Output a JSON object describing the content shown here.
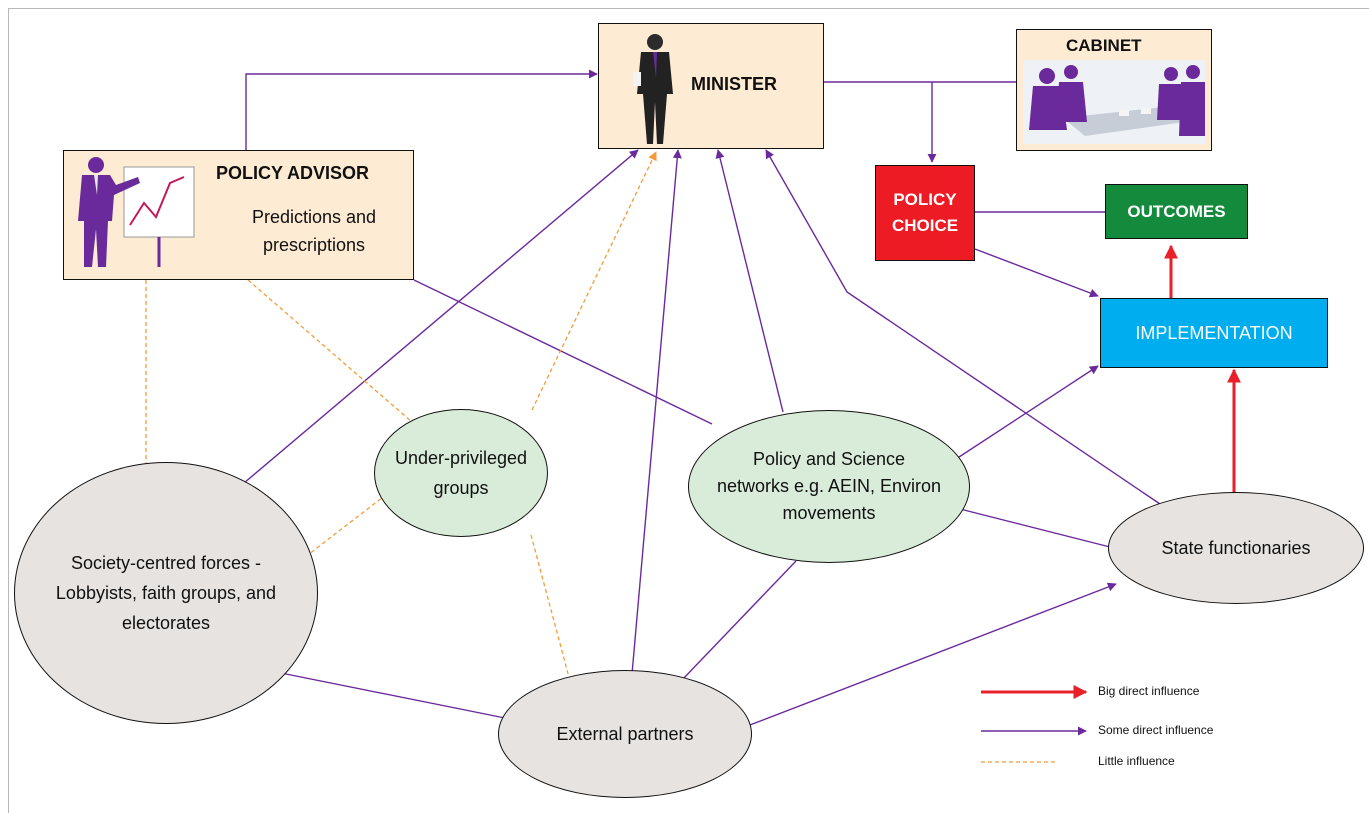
{
  "nodes": {
    "minister": {
      "label": "MINISTER"
    },
    "cabinet": {
      "label": "CABINET"
    },
    "policy_advisor": {
      "label": "POLICY ADVISOR",
      "sub": "Predictions and prescriptions"
    },
    "policy_choice": {
      "label": "POLICY CHOICE",
      "color": "#ed1c24"
    },
    "outcomes": {
      "label": "OUTCOMES",
      "color": "#138a3c"
    },
    "implementation": {
      "label": "IMPLEMENTATION",
      "color": "#00aeef"
    },
    "underprivileged": {
      "label": "Under-privileged groups",
      "color": "#d9ecd9"
    },
    "policy_science": {
      "label": "Policy and Science networks e.g. AEIN, Environ movements",
      "color": "#d9ecd9"
    },
    "society": {
      "label": "Society-centred forces - Lobbyists, faith groups, and electorates",
      "color": "#e6e3e1"
    },
    "state": {
      "label": "State functionaries",
      "color": "#e6e3e1"
    },
    "external": {
      "label": "External partners",
      "color": "#e6e3e1"
    }
  },
  "legend": {
    "big": {
      "label": "Big direct influence",
      "color": "#e8202a"
    },
    "some": {
      "label": "Some direct influence",
      "color": "#6a2a9c"
    },
    "little": {
      "label": "Little influence",
      "color": "#f39b3a"
    }
  },
  "icons": [
    "businessman-icon",
    "meeting-icon",
    "presenter-icon"
  ],
  "colors": {
    "person_box": "#fdebd3",
    "purple": "#6a2a9c",
    "red": "#e8202a",
    "orange": "#f39b3a"
  }
}
